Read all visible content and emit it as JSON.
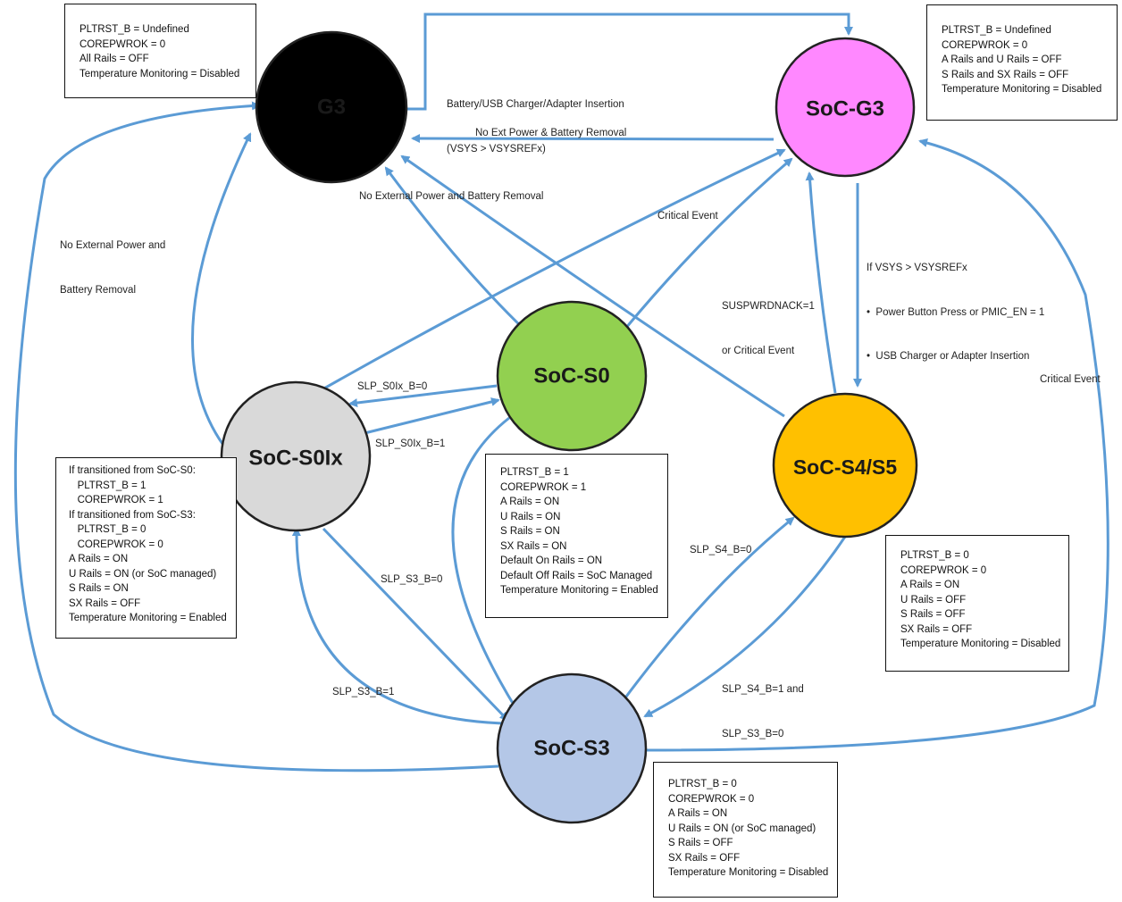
{
  "colors": {
    "edge": "#5b9bd5",
    "node_stroke": "#222222"
  },
  "nodes": [
    {
      "id": "g3",
      "label": "G3",
      "fill": "#000000",
      "text_color": "#ffffff"
    },
    {
      "id": "soc-g3",
      "label": "SoC-G3",
      "fill": "#ff88ff",
      "text_color": "#1a1a1a"
    },
    {
      "id": "soc-s0",
      "label": "SoC-S0",
      "fill": "#92d050",
      "text_color": "#1a1a1a"
    },
    {
      "id": "soc-s0ix",
      "label": "SoC-S0Ix",
      "fill": "#d9d9d9",
      "text_color": "#1a1a1a"
    },
    {
      "id": "soc-s4s5",
      "label": "SoC-S4/S5",
      "fill": "#ffc000",
      "text_color": "#1a1a1a"
    },
    {
      "id": "soc-s3",
      "label": "SoC-S3",
      "fill": "#b4c7e7",
      "text_color": "#1a1a1a"
    }
  ],
  "state_boxes": {
    "g3": [
      "PLTRST_B = Undefined",
      "COREPWROK = 0",
      "All Rails = OFF",
      "Temperature Monitoring = Disabled"
    ],
    "soc_g3": [
      "PLTRST_B = Undefined",
      "COREPWROK = 0",
      "A Rails and U Rails = OFF",
      "S Rails and SX Rails = OFF",
      "Temperature Monitoring = Disabled"
    ],
    "soc_s0": [
      "PLTRST_B = 1",
      "COREPWROK = 1",
      "A Rails = ON",
      "U Rails = ON",
      "S Rails = ON",
      "SX Rails = ON",
      "Default On Rails = ON",
      "Default Off Rails = SoC Managed",
      "Temperature Monitoring = Enabled"
    ],
    "soc_s0ix": [
      "If transitioned from SoC-S0:",
      "   PLTRST_B = 1",
      "   COREPWROK = 1",
      "If transitioned from SoC-S3:",
      "   PLTRST_B = 0",
      "   COREPWROK = 0",
      "A Rails = ON",
      "U Rails = ON (or SoC managed)",
      "S Rails = ON",
      "SX Rails = OFF",
      "Temperature Monitoring = Enabled"
    ],
    "soc_s4s5": [
      "PLTRST_B = 0",
      "COREPWROK = 0",
      "A Rails = ON",
      "U Rails = OFF",
      "S Rails = OFF",
      "SX Rails = OFF",
      "Temperature Monitoring = Disabled"
    ],
    "soc_s3": [
      "PLTRST_B = 0",
      "COREPWROK = 0",
      "A Rails = ON",
      "U Rails = ON (or SoC managed)",
      "S Rails = OFF",
      "SX Rails = OFF",
      "Temperature Monitoring = Disabled"
    ]
  },
  "edge_labels": {
    "battery_insertion": [
      "Battery/USB Charger/Adapter Insertion",
      "(VSYS > VSYSREFx)"
    ],
    "no_ext_power_battery": "No Ext Power & Battery Removal",
    "no_external_power_center": "No External Power and Battery Removal",
    "no_external_power_left": [
      "No External Power and",
      "Battery Removal"
    ],
    "critical_event_top": "Critical Event",
    "if_vsys": [
      "If VSYS > VSYSREFx",
      "•  Power Button Press or PMIC_EN = 1",
      "•  USB Charger or Adapter Insertion"
    ],
    "suspwrdnack": [
      "SUSPWRDNACK=1",
      "or Critical Event"
    ],
    "critical_event_right": "Critical Event",
    "slp_s0ix_b0": "SLP_S0Ix_B=0",
    "slp_s0ix_b1": "SLP_S0Ix_B=1",
    "slp_s4_b0": "SLP_S4_B=0",
    "slp_s3_b0": "SLP_S3_B=0",
    "slp_s3_b1": "SLP_S3_B=1",
    "slp_s4_b1": [
      "SLP_S4_B=1 and",
      "SLP_S3_B=0"
    ]
  }
}
